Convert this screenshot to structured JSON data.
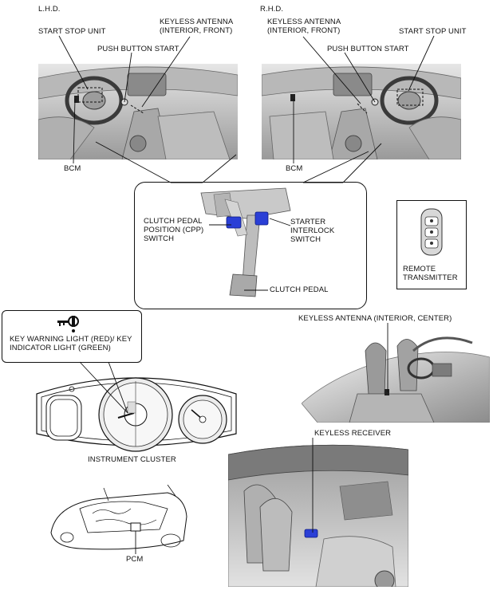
{
  "lhd": {
    "heading": "L.H.D.",
    "start_stop_unit": "START STOP UNIT",
    "keyless_antenna_front": "KEYLESS ANTENNA (INTERIOR, FRONT)",
    "push_button_start": "PUSH BUTTON START",
    "bcm": "BCM"
  },
  "rhd": {
    "heading": "R.H.D.",
    "keyless_antenna_front": "KEYLESS ANTENNA (INTERIOR, FRONT)",
    "start_stop_unit": "START STOP UNIT",
    "push_button_start": "PUSH BUTTON START",
    "bcm": "BCM"
  },
  "pedal": {
    "cpp_switch": "CLUTCH PEDAL POSITION (CPP) SWITCH",
    "starter_interlock": "STARTER INTERLOCK SWITCH",
    "clutch_pedal": "CLUTCH PEDAL"
  },
  "remote": {
    "label": "REMOTE TRANSMITTER"
  },
  "cluster": {
    "key_light": "KEY WARNING LIGHT (RED)/ KEY INDICATOR LIGHT (GREEN)",
    "label": "INSTRUMENT CLUSTER"
  },
  "keyless_center": {
    "label": "KEYLESS ANTENNA (INTERIOR, CENTER)"
  },
  "receiver": {
    "label": "KEYLESS RECEIVER"
  },
  "engine": {
    "pcm": "PCM"
  },
  "colors": {
    "highlight": "#2a3fd6",
    "panel_gray": "#cfcfcf",
    "line": "#111111"
  }
}
